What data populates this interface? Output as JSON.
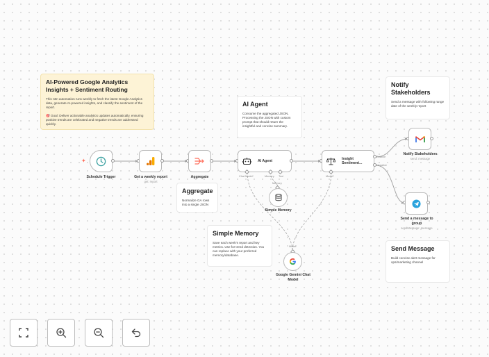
{
  "notes": {
    "main": {
      "title": "AI-Powered Google Analytics Insights + Sentiment Routing",
      "body": "This n8n automation runs weekly to fetch the latest Google Analytics data, generate AI-powered insights, and classify the sentiment of the report.\n\n🎯 Goal: Deliver actionable analytics updates automatically, ensuring positive trends are celebrated and negative trends are addressed quickly."
    },
    "ai_agent": {
      "title": "AI Agent",
      "body": "Consume the aggregated JSON. Processing the JSON with custom prompt that should return the insightful and concise summary."
    },
    "aggregate": {
      "title": "Aggregate",
      "body": "Normalize GA rows into a single JSON"
    },
    "simple_memory": {
      "title": "Simple Memory",
      "body": "Save each week's report and key metrics. Use for trend detection. You can replace with your preferred memory/database."
    },
    "notify": {
      "title": "Notify Stakeholders",
      "body": "Send a message with following range date of the weekly report"
    },
    "send_message": {
      "title": "Send Message",
      "body": "Build concise alert message for ops/marketing channel"
    }
  },
  "nodes": {
    "schedule": {
      "title": "Schedule Trigger",
      "icon": "clock-icon"
    },
    "ga": {
      "title": "Get a weekly report",
      "subtitle": "get: report",
      "icon": "google-analytics-icon"
    },
    "aggregate": {
      "title": "Aggregate",
      "icon": "aggregate-icon"
    },
    "ai_agent": {
      "title": "AI Agent",
      "icon": "robot-icon"
    },
    "sentiment": {
      "title": "Insight Sentiment...",
      "icon": "scales-icon"
    },
    "memory": {
      "title": "Simple Memory",
      "icon": "database-icon"
    },
    "gemini": {
      "title": "Google Gemini Chat Model",
      "icon": "google-icon"
    },
    "gmail": {
      "title": "Notify Stakeholders",
      "subtitle": "send: message",
      "icon": "gmail-icon"
    },
    "telegram": {
      "title": "Send a message to group",
      "subtitle": "sendMessage: message",
      "icon": "telegram-icon"
    }
  },
  "ports": {
    "chat_model": "Chat Model*",
    "memory": "Memory",
    "tool": "Tool",
    "model": "Model*",
    "positive": "Positive",
    "negative": "Negative",
    "memory_target": "Memory",
    "model_target": "Model"
  },
  "controls": {
    "fit": "fit-view-icon",
    "zoom_in": "zoom-in-icon",
    "zoom_out": "zoom-out-icon",
    "undo": "undo-icon"
  },
  "colors": {
    "trigger_accent": "#ff6d5a",
    "clock": "#3aa0a0",
    "ga_orange": "#f9ab00",
    "aggregate_red": "#ff6d5a",
    "telegram": "#2aa3dd",
    "note_yellow": "#fdf3d6"
  }
}
